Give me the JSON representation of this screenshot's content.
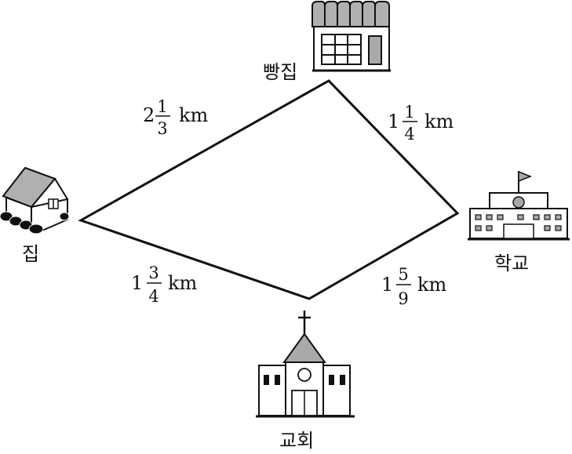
{
  "places": {
    "bakery": "빵집",
    "home": "집",
    "school": "학교",
    "church": "교회"
  },
  "distances": {
    "home_bakery": {
      "whole": "2",
      "num": "1",
      "den": "3",
      "unit": "km"
    },
    "bakery_school": {
      "whole": "1",
      "num": "1",
      "den": "4",
      "unit": "km"
    },
    "home_church": {
      "whole": "1",
      "num": "3",
      "den": "4",
      "unit": "km"
    },
    "church_school": {
      "whole": "1",
      "num": "5",
      "den": "9",
      "unit": "km"
    }
  },
  "colors": {
    "line": "#111111",
    "roof_gray": "#a9a9a9",
    "dark": "#111111"
  },
  "icons": {
    "bakery": "bakery-building-icon",
    "home": "house-icon",
    "school": "school-building-icon",
    "church": "church-icon"
  }
}
